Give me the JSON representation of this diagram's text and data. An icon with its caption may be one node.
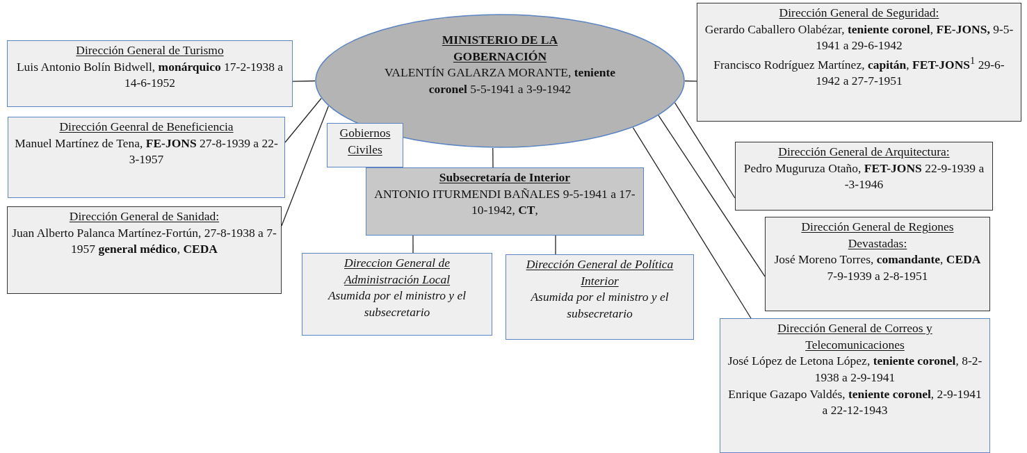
{
  "diagram": {
    "nodes": [
      {
        "text": [
          "MINISTERIO DE LA GOBERNACIÓN",
          "VALENTÍN GALARZA MORANTE, **teniente coronel** 5-5-1941 a 3-9-1942"
        ]
      },
      {
        "text": [
          "Dirección General de Turismo",
          "Luis Antonio Bolín Bidwell, **monárquico** 17-2-1938 a 14-6-1952"
        ]
      },
      {
        "text": [
          "Dirección Geenral de Beneficiencia",
          "Manuel Martínez de Tena, **FE-JONS** 27-8-1939 a 22-3-1957"
        ]
      },
      {
        "text": [
          "Dirección General de Sanidad:",
          "Juan Alberto Palanca Martínez-Fortún, 27-8-1938 a 7-1957 **general médico**, **CEDA**"
        ]
      },
      {
        "text": [
          "Gobiernos Civiles"
        ]
      },
      {
        "text": [
          "Subsecretaría de Interior",
          "ANTONIO ITURMENDI BAÑALES 9-5-1941 a 17-10-1942, **CT**,"
        ]
      },
      {
        "text": [
          "Direccion General de Administración Local",
          "Asumida por el ministro y el subsecretario"
        ]
      },
      {
        "text": [
          "Dirección General de Política Interior",
          "Asumida por el ministro y el subsecretario"
        ]
      },
      {
        "text": [
          "Dirección General de Seguridad:",
          "Gerardo Caballero Olabézar, **teniente coronel**, **FE-JONS,** 9-5-1941 a 29-6-1942",
          "Francisco Rodríguez Martínez, **capitán**, **FET-JONS**$^{1}$ 29-6-1942 a 27-7-1951"
        ]
      },
      {
        "text": [
          "Dirección General de Arquitectura:",
          "Pedro Muguruza Otaño, **FET-JONS** 22-9-1939 a -3-1946"
        ]
      },
      {
        "text": [
          "Dirección General de Regiones Devastadas:",
          "José Moreno Torres, **comandante**, **CEDA** 7-9-1939 a 2-8-1951"
        ]
      },
      {
        "text": [
          "Dirección General de Correos y Telecomunicaciones",
          "José López de Letona López, **teniente coronel**, 8-2-1938 a 2-9-1941",
          "Enrique Gazapo Valdés, **teniente coronel**, 2-9-1941 a 22-12-1943"
        ]
      }
    ],
    "edges": [
      {
        "from": 0,
        "to": 1,
        "arrow": "none"
      },
      {
        "from": 0,
        "to": 2,
        "arrow": "none"
      },
      {
        "from": 0,
        "to": 3,
        "arrow": "none"
      },
      {
        "from": 0,
        "to": 5,
        "arrow": "none"
      },
      {
        "from": 5,
        "to": 6,
        "arrow": "none"
      },
      {
        "from": 5,
        "to": 7,
        "arrow": "none"
      },
      {
        "from": 0,
        "to": 8,
        "arrow": "none"
      },
      {
        "from": 0,
        "to": 9,
        "arrow": "none"
      },
      {
        "from": 0,
        "to": 10,
        "arrow": "none"
      },
      {
        "from": 0,
        "to": 11,
        "arrow": "none"
      }
    ]
  }
}
